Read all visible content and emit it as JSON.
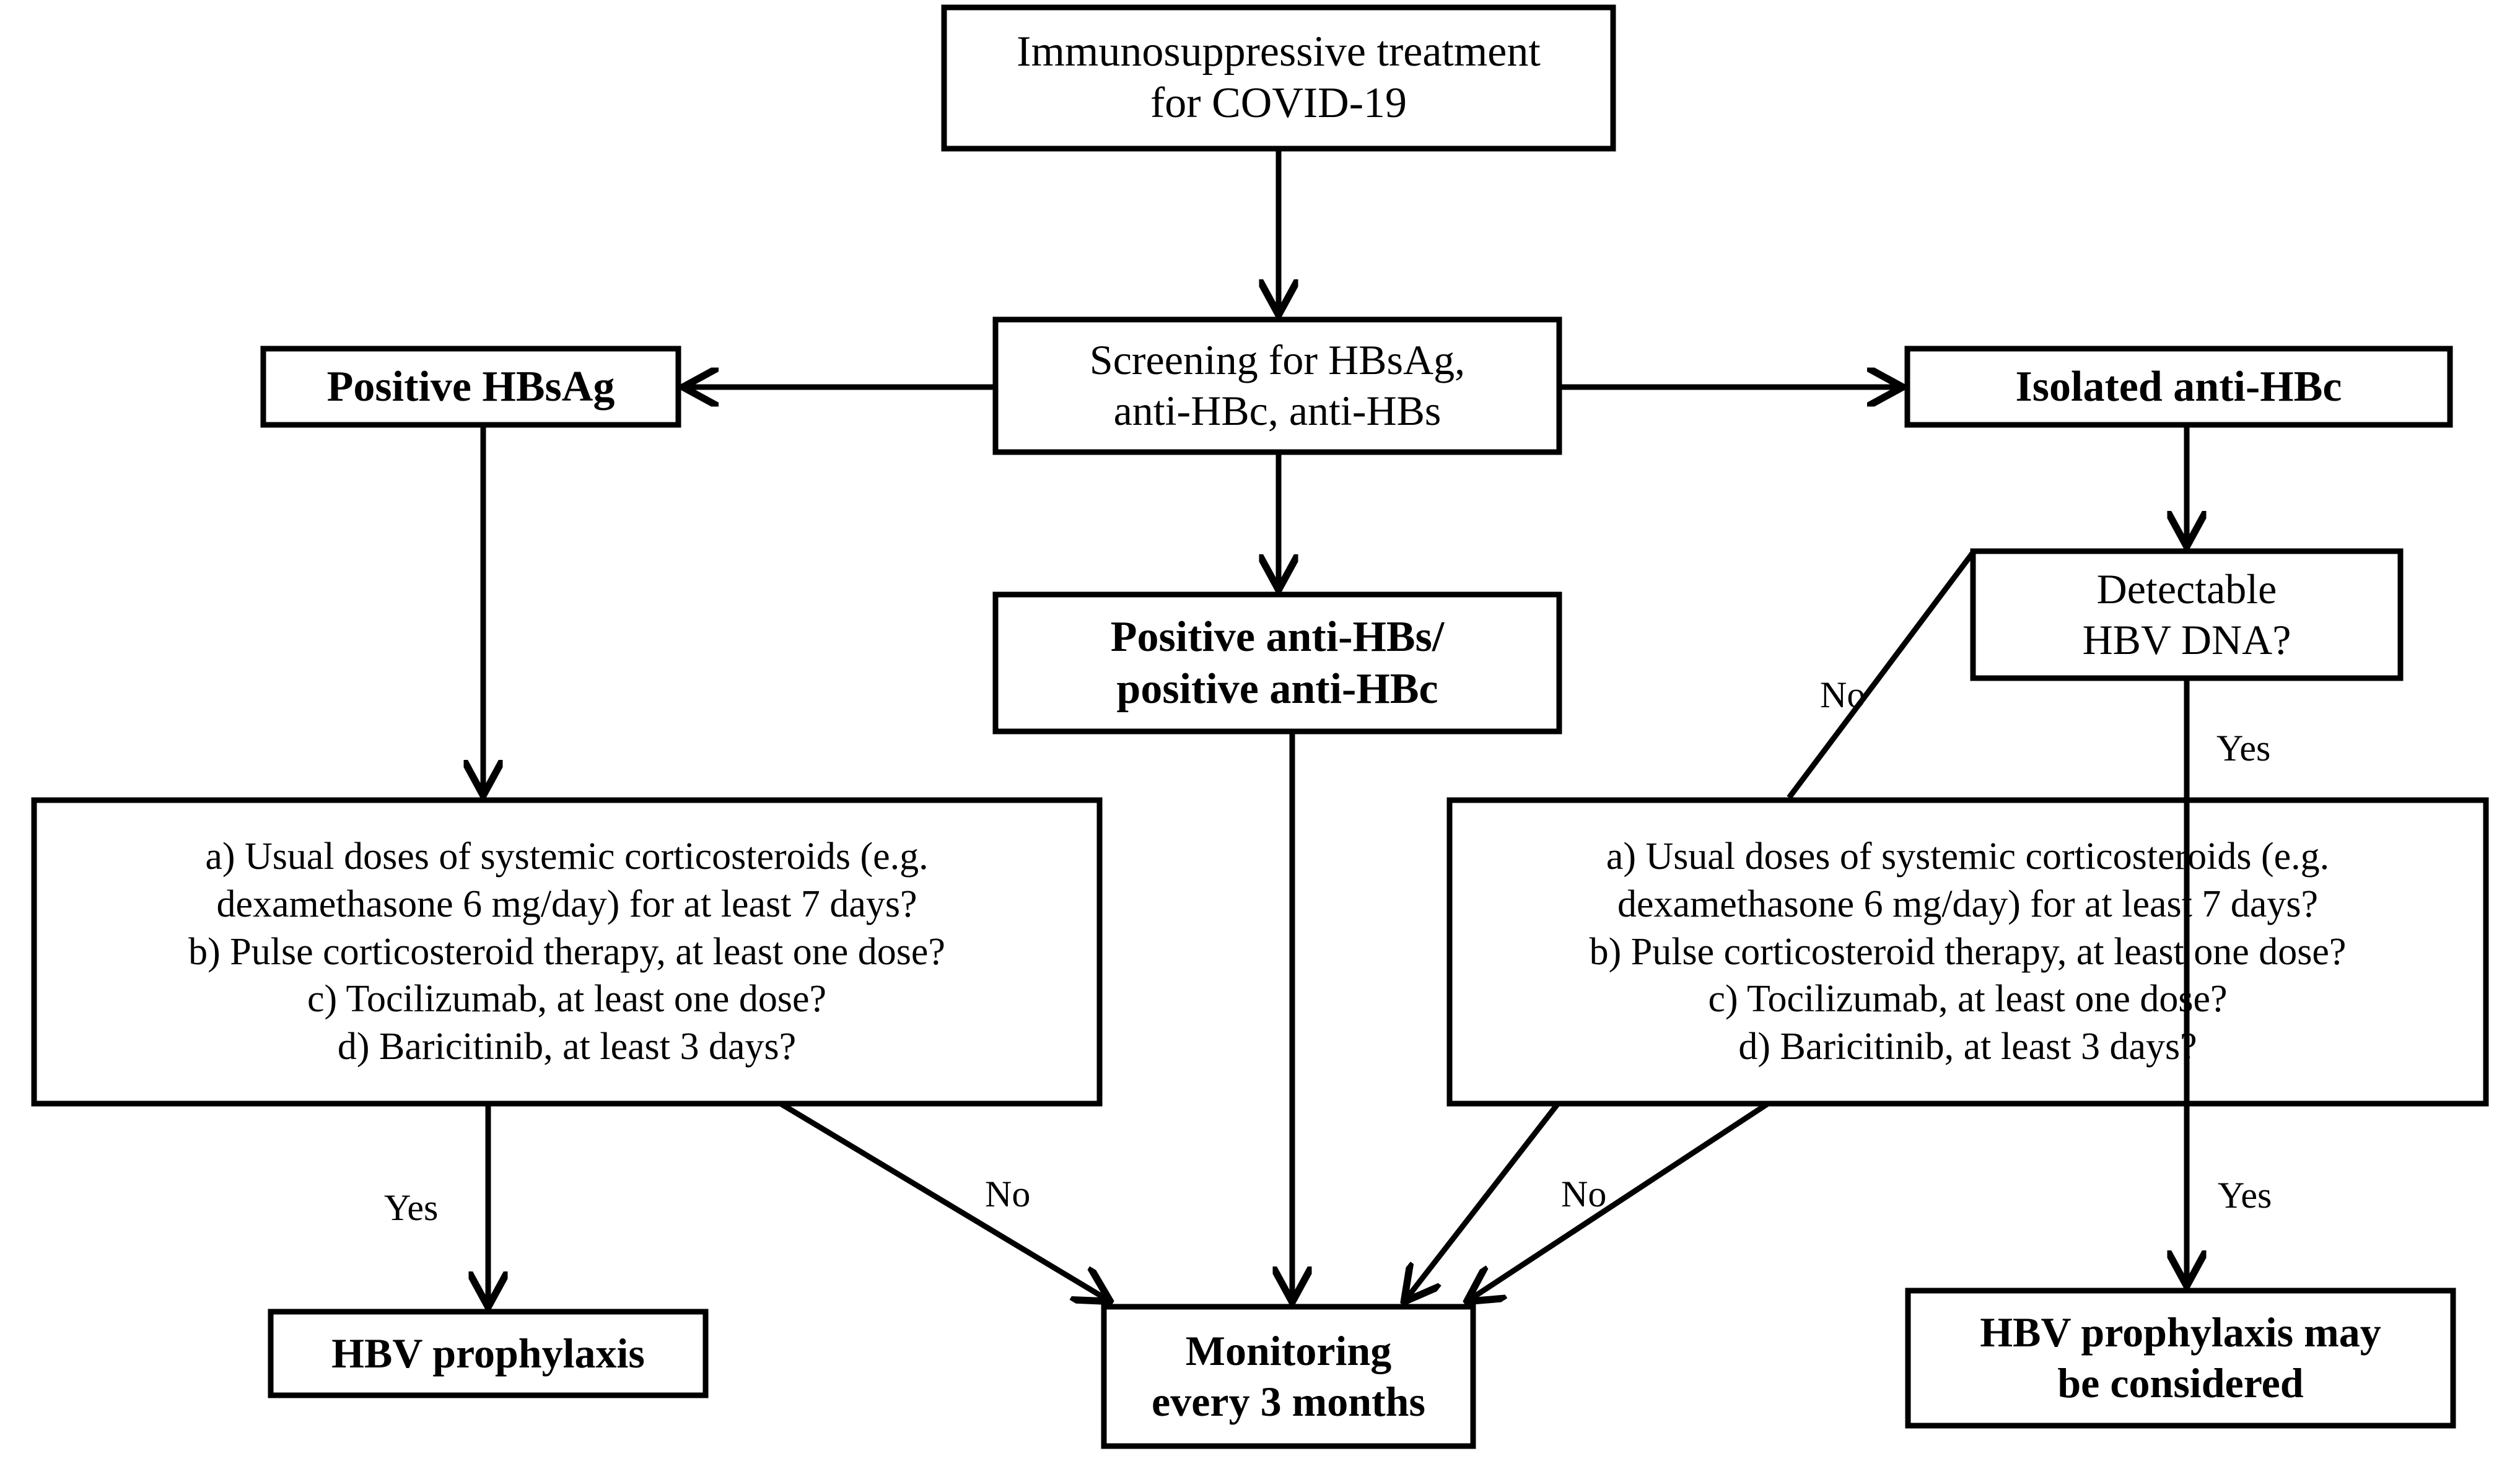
{
  "diagram": {
    "title": "HBV screening and prophylaxis algorithm for immunosuppressive treatment in COVID-19",
    "colors": {
      "line": "#000000",
      "box_fill": "#ffffff",
      "text": "#000000"
    },
    "nodes": {
      "start": {
        "lines": [
          "Immunosuppressive treatment",
          "for COVID-19"
        ],
        "bold": false
      },
      "screening": {
        "lines": [
          "Screening for HBsAg,",
          "anti-HBc, anti-HBs"
        ],
        "bold": false
      },
      "positive_hbsag": {
        "lines": [
          "Positive HBsAg"
        ],
        "bold": true
      },
      "isolated_antihbc": {
        "lines": [
          "Isolated anti-HBc"
        ],
        "bold": true
      },
      "positive_antihbs": {
        "lines": [
          "Positive anti-HBs/",
          "positive anti-HBc"
        ],
        "bold": true
      },
      "detectable_dna": {
        "lines": [
          "Detectable",
          "HBV DNA?"
        ],
        "bold": false
      },
      "criteria_left": {
        "lines": [
          "a)   Usual doses of systemic corticosteroids (e.g.",
          "dexamethasone 6 mg/day) for at least 7 days?",
          "b) Pulse corticosteroid therapy, at least one dose?",
          "c) Tocilizumab, at least one dose?",
          "d) Baricitinib, at least 3 days?"
        ],
        "bold": false
      },
      "criteria_right": {
        "lines": [
          "a)   Usual doses of systemic corticosteroids (e.g.",
          "dexamethasone 6 mg/day) for at least 7 days?",
          "b) Pulse corticosteroid therapy, at least one dose?",
          "c) Tocilizumab, at least one dose?",
          "d) Baricitinib, at least 3 days?"
        ],
        "bold": false
      },
      "hbv_prophylaxis": {
        "lines": [
          "HBV prophylaxis"
        ],
        "bold": true
      },
      "monitoring": {
        "lines": [
          "Monitoring",
          "every 3 months"
        ],
        "bold": true
      },
      "hbv_prophylaxis_considered": {
        "lines": [
          "HBV prophylaxis may",
          "be considered"
        ],
        "bold": true
      }
    },
    "edge_labels": {
      "dna_no": "No",
      "dna_yes": "Yes",
      "left_yes": "Yes",
      "left_no": "No",
      "right_no": "No",
      "right_yes": "Yes"
    }
  }
}
